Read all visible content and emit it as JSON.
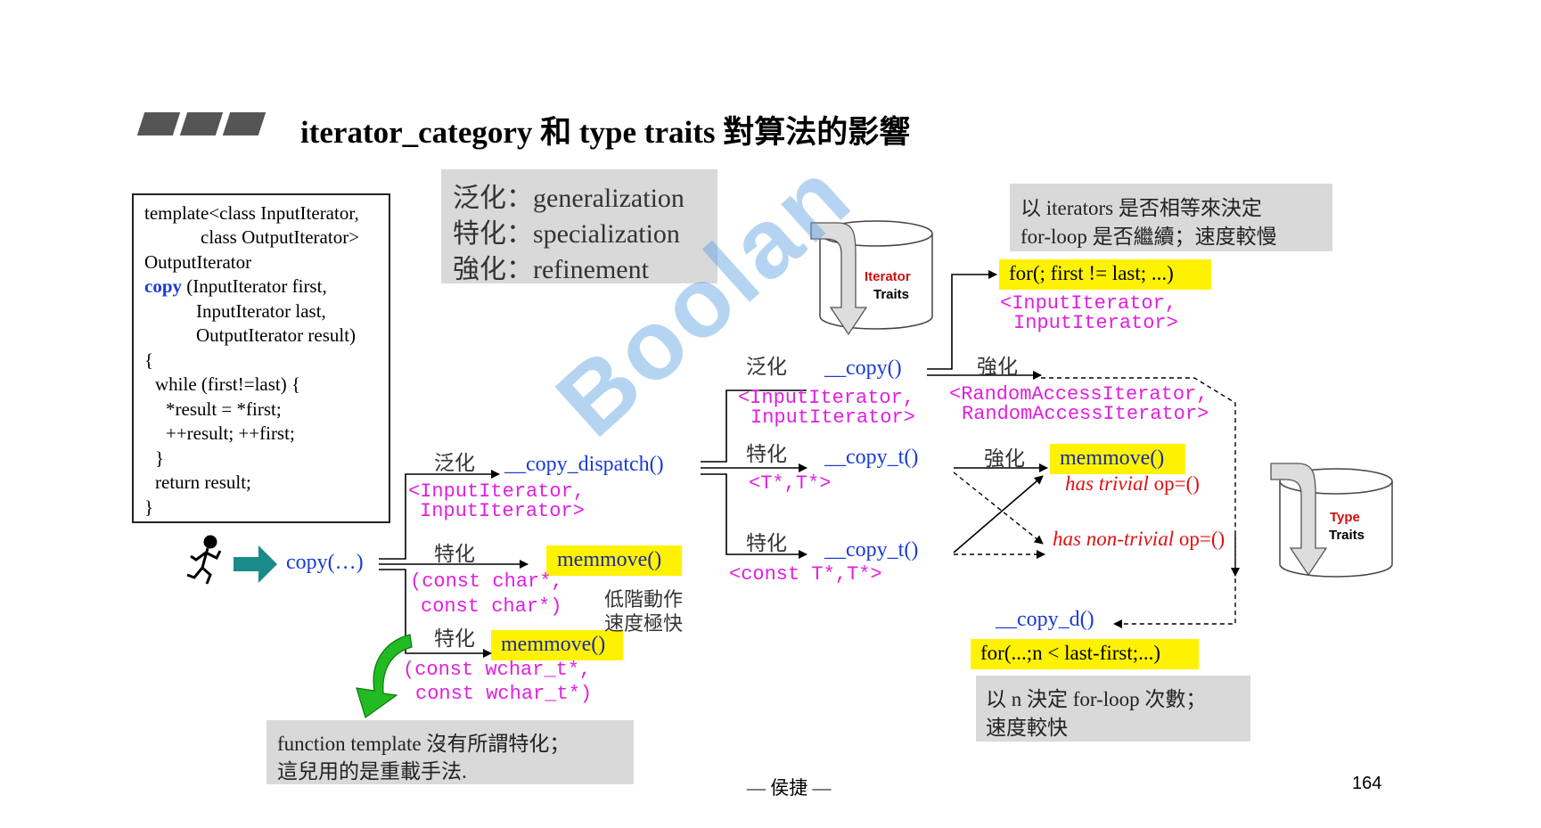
{
  "title": "iterator_category 和 type traits 對算法的影響",
  "code_lines": [
    "template<class InputIterator,",
    "class OutputIterator>",
    "OutputIterator",
    "copy",
    " (InputIterator first,",
    "InputIterator last,",
    "OutputIterator result)",
    "{",
    "while (first!=last) {",
    "*result = *first;",
    "++result; ++first;",
    "}",
    "return result;",
    "}"
  ],
  "legend": [
    "泛化：generalization",
    "特化：specialization",
    "強化：refinement"
  ],
  "notes": {
    "top_right_1": "以 iterators 是否相等來決定",
    "top_right_2": "for-loop 是否繼續；速度較慢",
    "bottom_right_1": "以 n 決定 for-loop 次數；",
    "bottom_right_2": "速度較快",
    "bottom_left_1": "function template 沒有所謂特化；",
    "bottom_left_2": "這兒用的是重載手法.",
    "fast_1": "低階動作",
    "fast_2": "速度極快"
  },
  "labels": {
    "generalize": "泛化",
    "specialize": "特化",
    "refine": "強化"
  },
  "functions": {
    "copy_call": "copy(…)",
    "copy_dispatch": "__copy_dispatch()",
    "copy_inner": "__copy()",
    "copy_t": "__copy_t()",
    "copy_d": "__copy_d()",
    "memmove": "memmove()"
  },
  "types": {
    "input_it_1": "<InputIterator,",
    "input_it_2": "InputIterator>",
    "rai_1": "<RandomAccessIterator,",
    "rai_2": "RandomAccessIterator>",
    "tt": "<T*,T*>",
    "ctt": "<const T*,T*>",
    "char_1": "(const char*,",
    "char_2": "const char*)",
    "wchar_1": "(const wchar_t*,",
    "wchar_2": "const wchar_t*)"
  },
  "loops": {
    "for_iter": "for(; first != last; ...)",
    "for_n": "for(...;n < last-first;...)"
  },
  "traits": {
    "has_trivial_a": "has trivial",
    "has_trivial_b": " op=()",
    "has_nontrivial_a": "has non-trivial",
    "has_nontrivial_b": " op=()",
    "iterator_traits_1": "Iterator",
    "iterator_traits_2": "Traits",
    "type_traits_1": "Type",
    "type_traits_2": "Traits"
  },
  "footer_author": "— 侯捷 —",
  "page_number": "164",
  "watermark": "Boolan",
  "colors": {
    "blue": "#1a3bd6",
    "magenta": "#e020e0",
    "yellow": "#fff200",
    "gray_note": "#d9d9d9",
    "red": "#e01010"
  }
}
